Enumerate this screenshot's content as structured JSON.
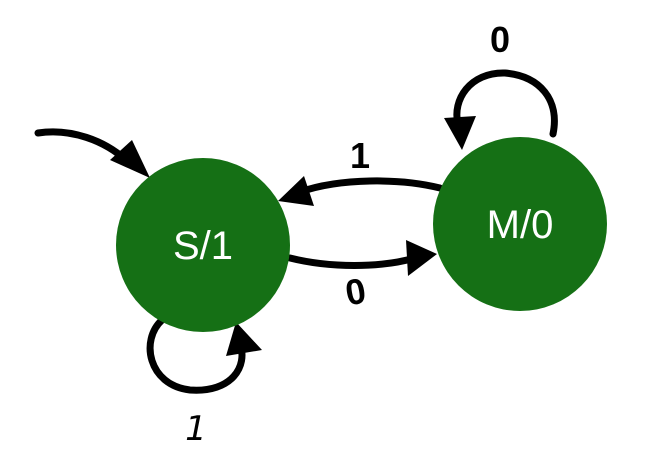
{
  "diagram": {
    "type": "state-machine",
    "node_color": "#157015",
    "edge_color": "#000000",
    "states": [
      {
        "id": "S",
        "label": "S/1",
        "initial": true
      },
      {
        "id": "M",
        "label": "M/0",
        "initial": false
      }
    ],
    "transitions": [
      {
        "from": "S",
        "to": "M",
        "label": "0"
      },
      {
        "from": "M",
        "to": "S",
        "label": "1"
      },
      {
        "from": "M",
        "to": "M",
        "label": "0"
      },
      {
        "from": "S",
        "to": "S",
        "label": "1"
      }
    ]
  }
}
